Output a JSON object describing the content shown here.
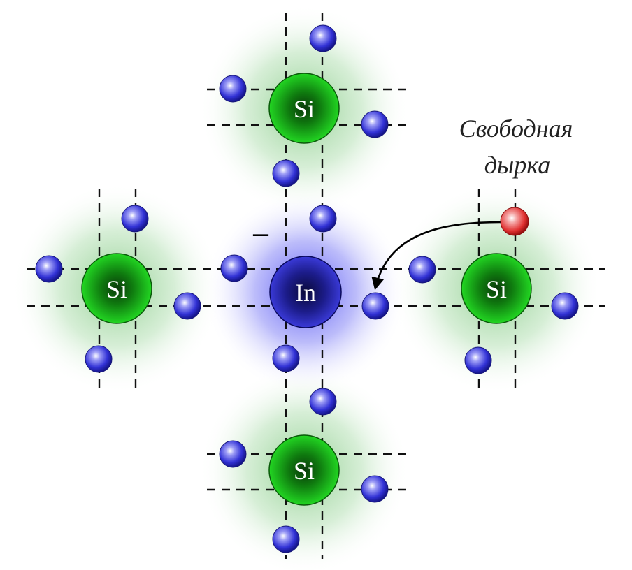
{
  "atoms": {
    "si_top": "Si",
    "si_left": "Si",
    "in_center": "In",
    "si_right": "Si",
    "si_bottom": "Si"
  },
  "charge_sign": "–",
  "caption": {
    "line1": "Свободная",
    "line2": "дырка"
  },
  "colors": {
    "silicon": "#11b711",
    "indium": "#1a1a8c",
    "electron": "#3b3bdc",
    "hole": "#e23a3a"
  }
}
